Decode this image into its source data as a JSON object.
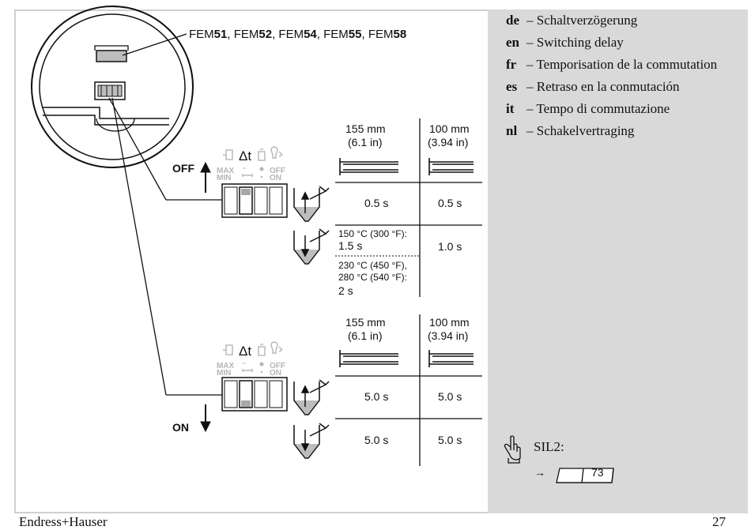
{
  "models": [
    {
      "prefix": "FEM",
      "num": "51",
      "sep": ", "
    },
    {
      "prefix": "FEM",
      "num": "52",
      "sep": ", "
    },
    {
      "prefix": "FEM",
      "num": "54",
      "sep": ", "
    },
    {
      "prefix": "FEM",
      "num": "55",
      "sep": ", "
    },
    {
      "prefix": "FEM",
      "num": "58",
      "sep": ""
    }
  ],
  "switch": {
    "off_label": "OFF",
    "on_label": "ON",
    "delta_t": "Δt",
    "max": "MAX",
    "min": "MIN",
    "state_off": "OFF",
    "state_on": "ON"
  },
  "top_table": {
    "col1_header": [
      "155 mm",
      "(6.1 in)"
    ],
    "col2_header": [
      "100 mm",
      "(3.94 in)"
    ],
    "row1": {
      "col1": "0.5 s",
      "col2": "0.5 s"
    },
    "row2": {
      "col1_a_temp": "150 °C (300 °F):",
      "col1_a_val": "1.5 s",
      "col1_b_temp1": "230 °C (450 °F),",
      "col1_b_temp2": "280 °C (540 °F):",
      "col1_b_val": "2 s",
      "col2": "1.0 s"
    }
  },
  "bottom_table": {
    "col1_header": [
      "155 mm",
      "(6.1 in)"
    ],
    "col2_header": [
      "100 mm",
      "(3.94 in)"
    ],
    "row1": {
      "col1": "5.0 s",
      "col2": "5.0 s"
    },
    "row2": {
      "col1": "5.0 s",
      "col2": "5.0 s"
    }
  },
  "languages": [
    {
      "code": "de",
      "text": "Schaltverzögerung"
    },
    {
      "code": "en",
      "text": "Switching delay"
    },
    {
      "code": "fr",
      "text": "Temporisation de la commutation"
    },
    {
      "code": "es",
      "text": "Retraso en la conmutación"
    },
    {
      "code": "it",
      "text": "Tempo di commutazione"
    },
    {
      "code": "nl",
      "text": "Schakelvertraging"
    }
  ],
  "sil": {
    "label": "SIL2:",
    "arrow": "→",
    "page_ref": "73"
  },
  "footer": {
    "brand": "Endress+Hauser",
    "page_number": "27"
  },
  "colors": {
    "sidebar": "#d9d9d9",
    "frame": "#cfcfcf",
    "switch_fill": "#a8a8a8",
    "gray_icon": "#b5b5b5"
  },
  "icons": [
    "hand-pointer-icon",
    "book-icon",
    "hourglass-icon",
    "bulb-icon",
    "bottle-icon",
    "tank-fill-icon",
    "tank-drain-icon"
  ]
}
